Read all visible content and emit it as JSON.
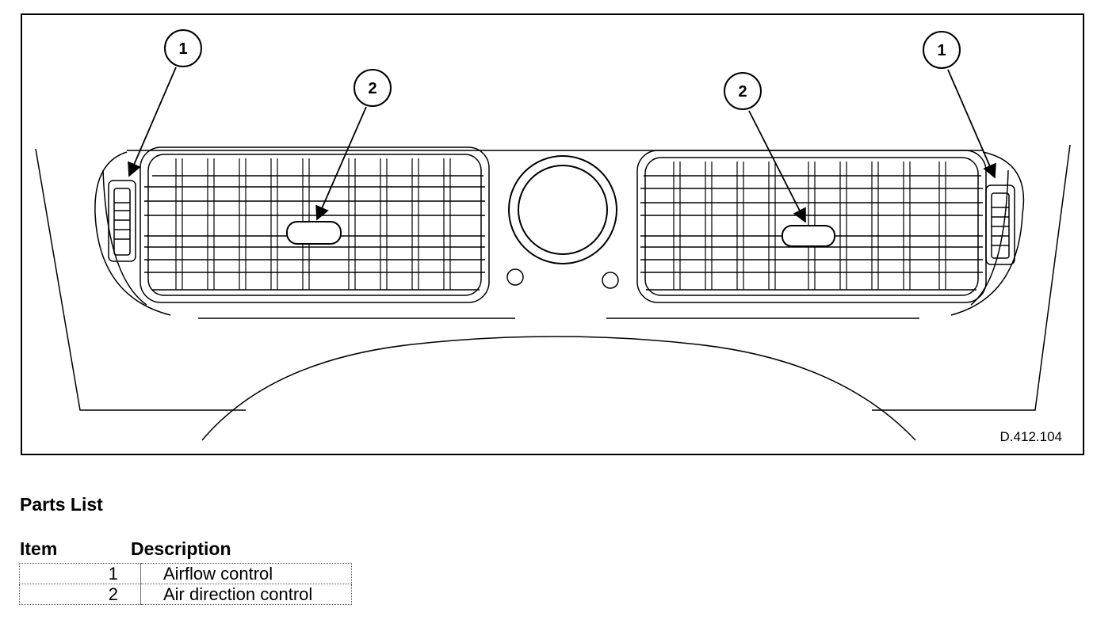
{
  "figure": {
    "code": "D.412.104",
    "callouts": [
      {
        "label": "1",
        "side": "left"
      },
      {
        "label": "2",
        "side": "left"
      },
      {
        "label": "2",
        "side": "right"
      },
      {
        "label": "1",
        "side": "right"
      }
    ]
  },
  "parts_list": {
    "title": "Parts List",
    "headers": {
      "item": "Item",
      "description": "Description"
    },
    "rows": [
      {
        "item": "1",
        "description": "Airflow control"
      },
      {
        "item": "2",
        "description": "Air direction control"
      }
    ]
  }
}
